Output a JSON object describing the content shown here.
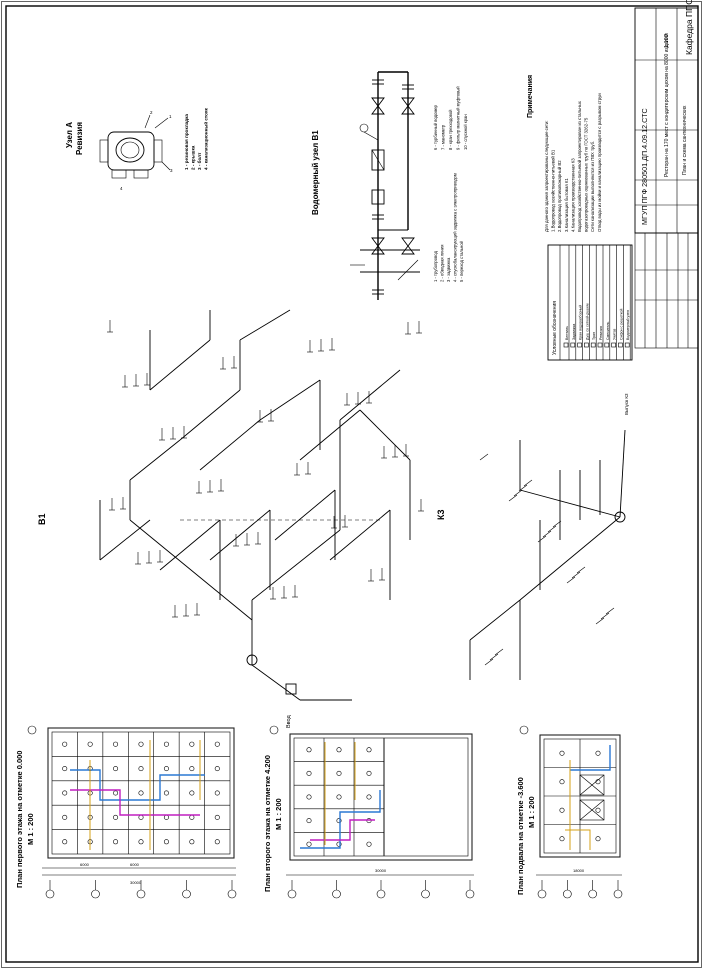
{
  "colors": {
    "border": "#000000",
    "pipe_water": "#2a78d4",
    "pipe_hot": "#c01ec0",
    "pipe_sewer": "#d4a017"
  },
  "sheet": {
    "code": "МГУП ПГФ 280501.ДП.4.09.12.СТС",
    "department": "Кафедра ППОИ",
    "title": "Ресторан на 170 мест с кондитерским цехом на 8000 изделий",
    "sheet_title": "План и схема сантехнических",
    "scale_box": "1:100"
  },
  "labels": {
    "v1": "В1",
    "k3": "К3",
    "vvod": "Ввод",
    "vypusk": "Выпуск К3"
  },
  "uzel_a": {
    "title1": "Узел А",
    "title2": "Ревизия",
    "legend": [
      "1 - резиновая прокладка",
      "2 - крышка",
      "3 - болт",
      "4 - канализационный стояк"
    ]
  },
  "vodomer": {
    "title": "Водомерный узел В1",
    "legend_left": [
      "1 - трубопровод",
      "2 - обводная линия",
      "3 - задвижка",
      "4 - спускобалансирующий задвижка с электроприводом",
      "5 - переход стальной"
    ],
    "legend_right": [
      "6 - турбинный водомер",
      "7 - манометр",
      "8 - кран трехходовой",
      "9 - фильтр магнитный муфтовый",
      "10 - спускной кран"
    ]
  },
  "notes": {
    "title": "Примечания",
    "lines": [
      "Для данного здания запроектированы следующие сети:",
      "1.Водопровод хозяйственно-питьевой В1",
      "2.Водопровод противопожарный В2",
      "3.Канализация бытовая К1",
      "4.Канализация производственная К3",
      "Водопровод хозяйственно-питьевой запроектирован из стальных",
      "водогазопроводных оцинкованных труб по ГОСТ 3262-75",
      "Сети канализации выполняются из ПВХ труб.",
      "Отвод воды из мойки и канализацию производится с разрывом струи"
    ]
  },
  "legend_table": {
    "header": "Условные обозначения",
    "rows": [
      "Вентиль",
      "Задвижка",
      "Кран водоразборный",
      "Душ со сеткой-душем",
      "Трап",
      "Ревизия",
      "Смеситель",
      "Унитаз",
      "Сифон с решеткой",
      "Водомерный узел"
    ]
  },
  "plans": [
    {
      "title": "План первого этажа на отметке 0.000",
      "scale": "М 1 : 200"
    },
    {
      "title": "План второго этажа на отметке 4.200",
      "scale": "М 1 : 200"
    },
    {
      "title": "План подвала на отметке -3.600",
      "scale": "М 1 : 200"
    }
  ],
  "dimensions": {
    "d1": "6000",
    "d2": "6000",
    "d3": "6000",
    "total1": "30000",
    "total2": "30000",
    "total3": "18000"
  }
}
